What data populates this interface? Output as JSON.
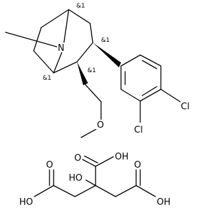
{
  "molecule": {
    "atoms": {
      "nitrogen": "N",
      "chlorine_1": "Cl",
      "chlorine_2": "Cl"
    },
    "stereo_marks": [
      "&1",
      "&1",
      "&1",
      "&1"
    ]
  },
  "counterion": {
    "atoms": {
      "carboxyl_oh_top": "OH",
      "carbonyl_o_top": "O",
      "hydroxy": "HO",
      "carbonyl_o_left": "O",
      "carboxyl_oh_left": "HO",
      "carbonyl_o_right": "O",
      "carboxyl_oh_right": "OH"
    }
  }
}
